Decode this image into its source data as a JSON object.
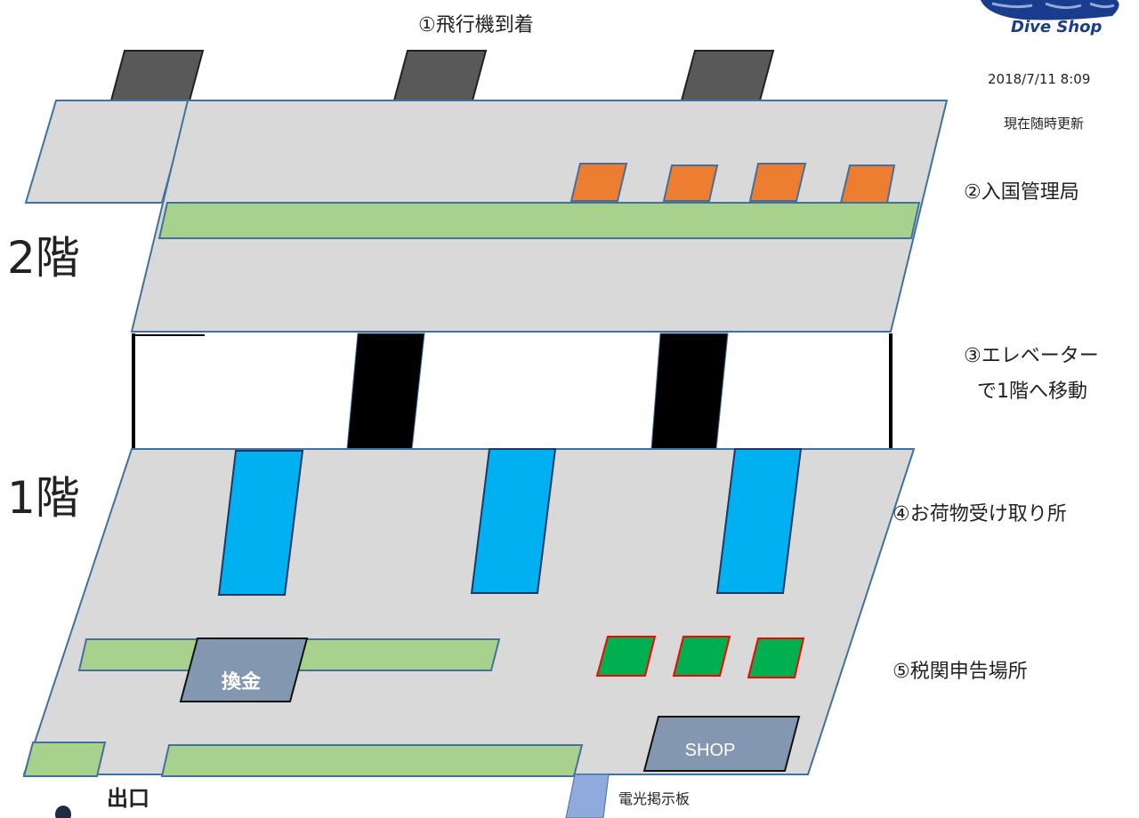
{
  "header": {
    "title": "①飛行機到着",
    "date": "2018/7/11 8:09",
    "update_note": "現在随時更新",
    "logo_text": "Dive Shop"
  },
  "floors": {
    "second": "2階",
    "first": "1階"
  },
  "steps": {
    "immigration": "②入国管理局",
    "elevator_line1": "③エレベーター",
    "elevator_line2": "で1階へ移動",
    "baggage": "④お荷物受け取り所",
    "customs": "⑤税関申告場所"
  },
  "map_labels": {
    "exchange": "換金",
    "shop": "SHOP",
    "exit": "出口",
    "info_board": "電光掲示板"
  },
  "colors": {
    "floor": "#d9d9d9",
    "outline": "#41719c",
    "gate": "#595959",
    "immigration_booth": "#ed7d31",
    "queue_lane": "#a9d18e",
    "elevator": "#000000",
    "baggage_carousel": "#00b0f0",
    "customs_booth": "#00b050",
    "exchange_shop": "#8497b0",
    "info_board": "#8faadc"
  }
}
